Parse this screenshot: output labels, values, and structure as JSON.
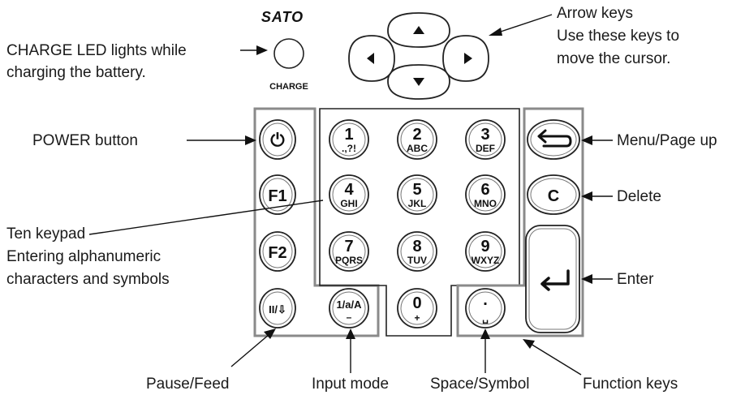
{
  "brand_logo": "SATO",
  "charge_label": "CHARGE",
  "keys": {
    "power": "⏻",
    "f1": "F1",
    "f2": "F2",
    "pause_feed": "II/⇩",
    "input_mode_main": "1/a/A",
    "input_mode_sub": "–",
    "menu_page_up": "⮌",
    "delete": "C",
    "enter": "↵",
    "space_main": ".",
    "space_sub": "␣",
    "digits": [
      {
        "main": "1",
        "sub": ".,?!"
      },
      {
        "main": "2",
        "sub": "ABC"
      },
      {
        "main": "3",
        "sub": "DEF"
      },
      {
        "main": "4",
        "sub": "GHI"
      },
      {
        "main": "5",
        "sub": "JKL"
      },
      {
        "main": "6",
        "sub": "MNO"
      },
      {
        "main": "7",
        "sub": "PQRS"
      },
      {
        "main": "8",
        "sub": "TUV"
      },
      {
        "main": "9",
        "sub": "WXYZ"
      },
      {
        "main": "0",
        "sub": "+"
      }
    ]
  },
  "labels": {
    "charge_led_1": "CHARGE LED lights while",
    "charge_led_2": "charging the battery.",
    "arrow_keys_1": "Arrow keys",
    "arrow_keys_2": "Use these keys to",
    "arrow_keys_3": "move the cursor.",
    "power_button": "POWER button",
    "menu_page_up": "Menu/Page up",
    "delete": "Delete",
    "ten_keypad_1": "Ten keypad",
    "ten_keypad_2": "Entering alphanumeric",
    "ten_keypad_3": "characters and symbols",
    "enter": "Enter",
    "pause_feed": "Pause/Feed",
    "input_mode": "Input mode",
    "space_symbol": "Space/Symbol",
    "function_keys": "Function keys"
  }
}
